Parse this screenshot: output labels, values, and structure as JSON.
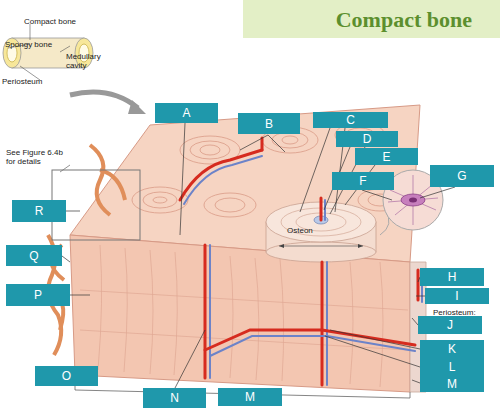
{
  "diagram": {
    "title": "Compact bone",
    "nodes": [
      {
        "text": [
          "A"
        ]
      },
      {
        "text": [
          "B"
        ]
      },
      {
        "text": [
          "C"
        ]
      },
      {
        "text": [
          "D"
        ]
      },
      {
        "text": [
          "E"
        ]
      },
      {
        "text": [
          "G"
        ]
      },
      {
        "text": [
          "F"
        ]
      },
      {
        "text": [
          "R"
        ]
      },
      {
        "text": [
          "Q"
        ]
      },
      {
        "text": [
          "H"
        ]
      },
      {
        "text": [
          "P"
        ]
      },
      {
        "text": [
          "I"
        ]
      },
      {
        "text": [
          "J"
        ]
      },
      {
        "text": [
          "K"
        ]
      },
      {
        "text": [
          "L"
        ]
      },
      {
        "text": [
          "O"
        ]
      },
      {
        "text": [
          "M"
        ]
      },
      {
        "text": [
          "N"
        ]
      },
      {
        "text": [
          "M"
        ]
      }
    ],
    "labels": [
      "Compact bone",
      "Spongy bone",
      "Medullary cavity",
      "Periosteum",
      "See Figure 6.4b for details",
      "Osteon",
      "Periosteum:"
    ]
  }
}
